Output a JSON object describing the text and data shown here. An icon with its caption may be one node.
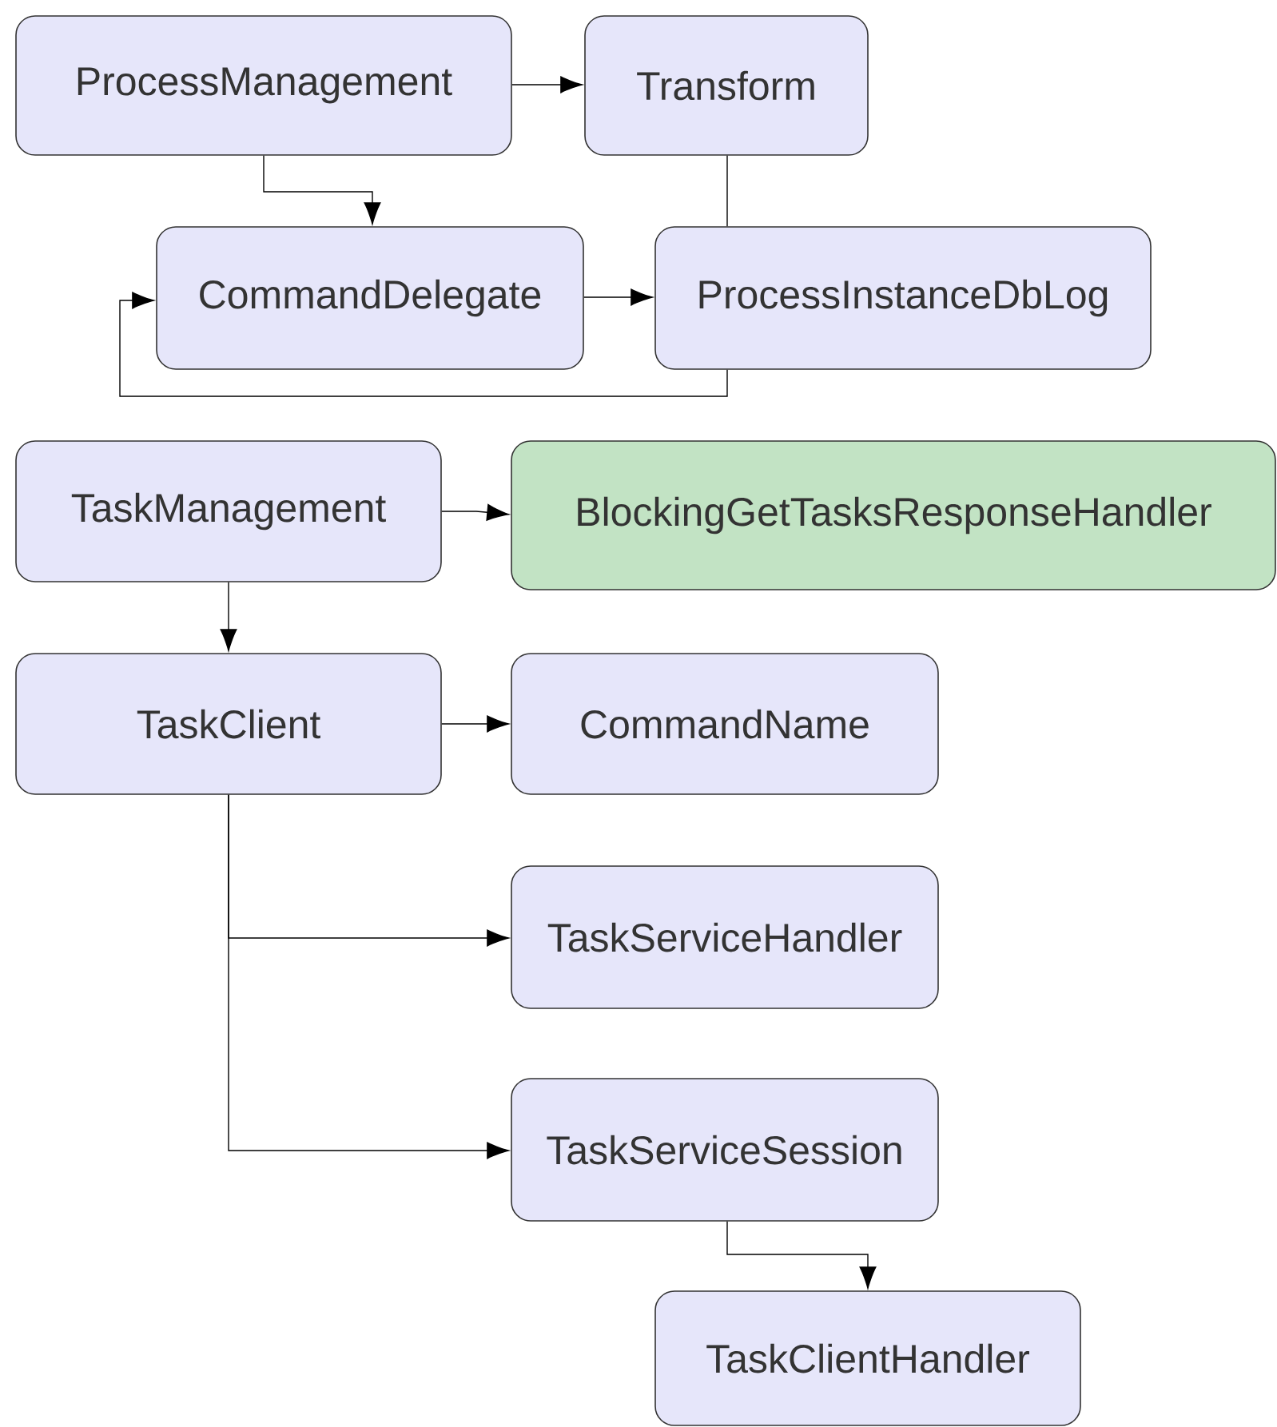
{
  "diagram": {
    "nodes": [
      {
        "text": [
          "ProcessManagement"
        ]
      },
      {
        "text": [
          "Transform"
        ]
      },
      {
        "text": [
          "CommandDelegate"
        ]
      },
      {
        "text": [
          "ProcessInstanceDbLog"
        ]
      },
      {
        "text": [
          "TaskManagement"
        ]
      },
      {
        "text": [
          "BlockingGetTasksResponseHandler"
        ]
      },
      {
        "text": [
          "TaskClient"
        ]
      },
      {
        "text": [
          "CommandName"
        ]
      },
      {
        "text": [
          "TaskServiceHandler"
        ]
      },
      {
        "text": [
          "TaskServiceSession"
        ]
      },
      {
        "text": [
          "TaskClientHandler"
        ]
      }
    ],
    "edges": [
      {
        "from": 0,
        "to": 1,
        "arrow": "to"
      },
      {
        "from": 0,
        "to": 2,
        "arrow": "to"
      },
      {
        "from": 1,
        "to": 3,
        "arrow": "none"
      },
      {
        "from": 2,
        "to": 3,
        "arrow": "to"
      },
      {
        "from": 3,
        "to": 2,
        "arrow": "to"
      },
      {
        "from": 4,
        "to": 5,
        "arrow": "to"
      },
      {
        "from": 4,
        "to": 6,
        "arrow": "to"
      },
      {
        "from": 6,
        "to": 7,
        "arrow": "to"
      },
      {
        "from": 6,
        "to": 8,
        "arrow": "to"
      },
      {
        "from": 6,
        "to": 9,
        "arrow": "to"
      },
      {
        "from": 9,
        "to": 10,
        "arrow": "to"
      }
    ]
  }
}
